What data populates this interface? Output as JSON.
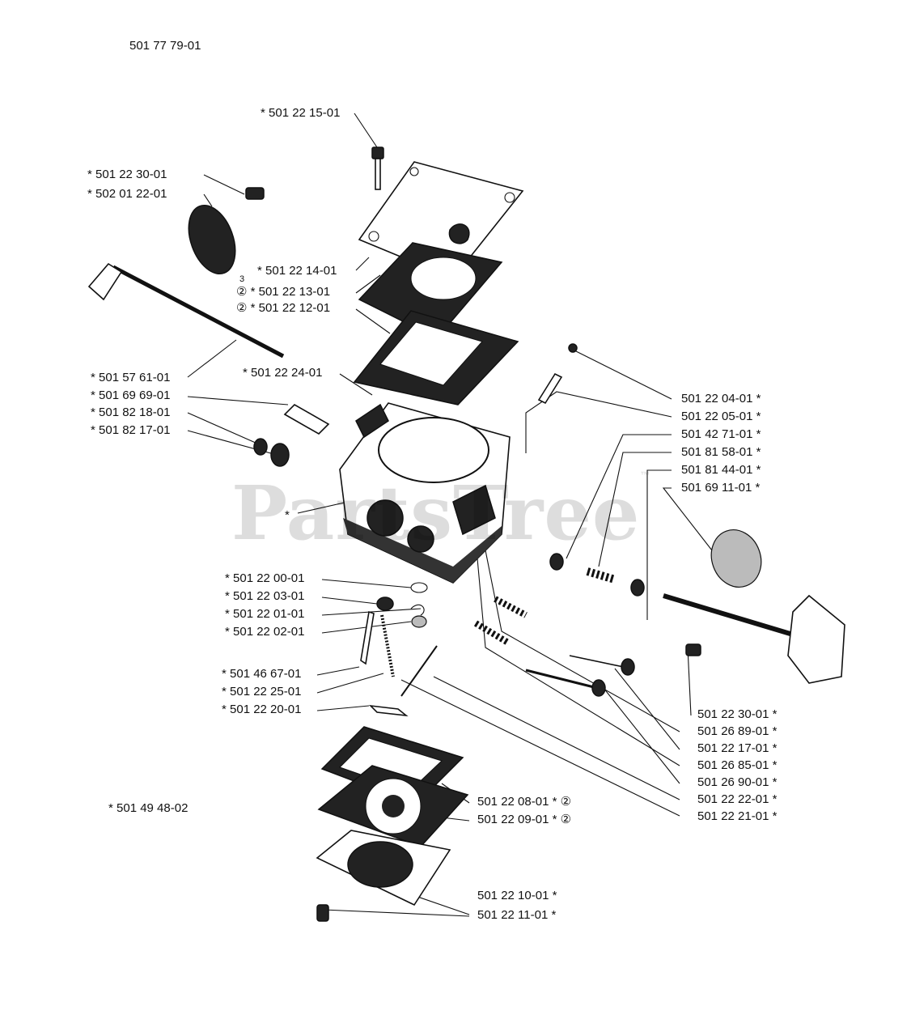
{
  "title": "501 77 79-01",
  "watermark": {
    "text": "PartsTree",
    "tm": "™"
  },
  "labels": {
    "l1": "* 501 22 15-01",
    "l2": "* 501 22 30-01",
    "l3": "* 502 01 22-01",
    "l4": "* 501 22 14-01",
    "l5": "3",
    "l6": "② * 501 22 13-01",
    "l7": "② * 501 22 12-01",
    "l8": "* 501 22 24-01",
    "l9": "* 501 57 61-01",
    "l10": "* 501 69 69-01",
    "l11": "* 501 82 18-01",
    "l12": "* 501 82 17-01",
    "l13": "*",
    "l14": "* 501 22 00-01",
    "l15": "* 501 22 03-01",
    "l16": "* 501 22 01-01",
    "l17": "* 501 22 02-01",
    "l18": "* 501 46 67-01",
    "l19": "* 501 22 25-01",
    "l20": "* 501 22 20-01",
    "l21": "* 501 49 48-02",
    "r1": "501 22 04-01 *",
    "r2": "501 22 05-01 *",
    "r3": "501 42 71-01 *",
    "r4": "501 81 58-01 *",
    "r5": "501 81 44-01 *",
    "r6": "501 69 11-01 *",
    "r7": "501 22 30-01 *",
    "r8": "501 26 89-01 *",
    "r9": "501 22 17-01 *",
    "r10": "501 26 85-01 *",
    "r11": "501 26 90-01 *",
    "r12": "501 22 22-01 *",
    "r13": "501 22 21-01 *",
    "b1": "501 22 08-01 * ②",
    "b2": "501 22 09-01 * ②",
    "b3": "501 22 10-01 *",
    "b4": "501 22 11-01 *"
  }
}
